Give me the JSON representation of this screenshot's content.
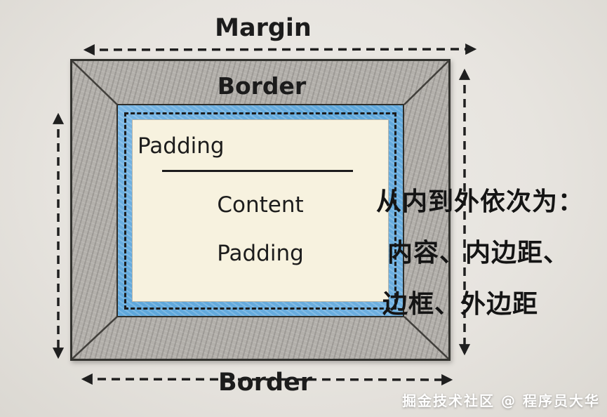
{
  "diagram": {
    "title_concept": "CSS box model hand-drawn diagram",
    "labels": {
      "margin": "Margin",
      "border_top": "Border",
      "padding_top": "Padding",
      "content": "Content",
      "padding_bottom": "Padding",
      "border_bottom": "Border"
    },
    "annotation": {
      "line1": "从内到外依次为：",
      "line2": "内容、内边距、",
      "line3": "边框、外边距"
    },
    "watermark": "掘金技术社区 @ 程序员大华",
    "colors": {
      "paper": "#e7e4df",
      "frame_gray": "#b3b0ab",
      "outline_ink": "#33332f",
      "padding_blue": "#5ea7db",
      "content_cream": "#f7f2df",
      "text_ink": "#1c1c1c",
      "watermark_text": "#ffffff"
    },
    "arrows": [
      "margin-arrow-top-horizontal",
      "border-arrow-bottom-horizontal",
      "height-arrow-left-vertical",
      "height-arrow-right-vertical"
    ]
  }
}
